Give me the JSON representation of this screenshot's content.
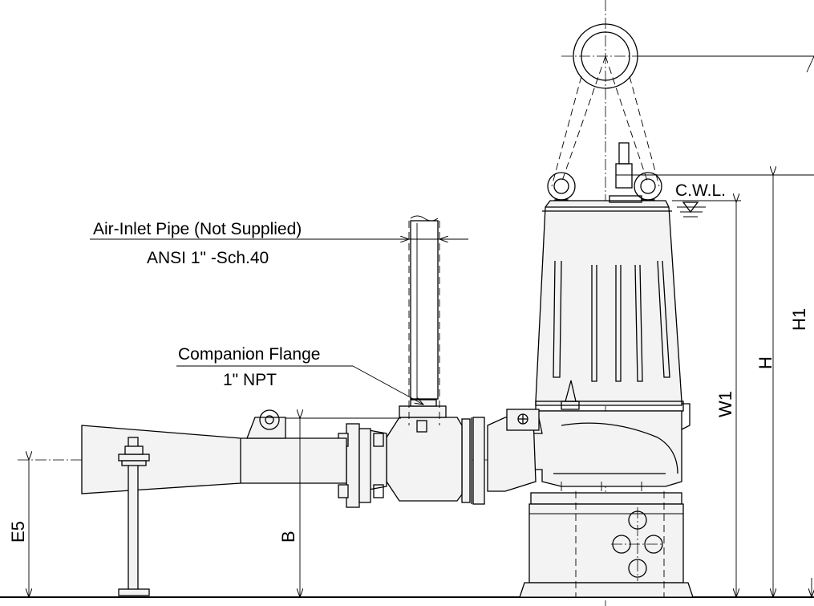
{
  "labels": {
    "air_inlet_title": "Air-Inlet Pipe (Not Supplied)",
    "air_inlet_spec": "ANSI 1\" -Sch.40",
    "companion_flange_title": "Companion Flange",
    "companion_flange_spec": "1\" NPT",
    "cwl": "C.W.L."
  },
  "dimensions": {
    "h1": "H1",
    "h": "H",
    "w1": "W1",
    "b": "B",
    "e5": "E5"
  }
}
